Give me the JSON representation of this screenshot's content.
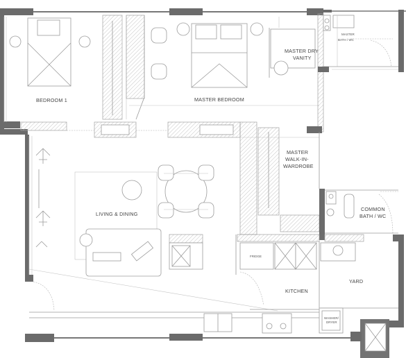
{
  "rooms": {
    "bedroom1": "BEDROOM 1",
    "master_bedroom": "MASTER BEDROOM",
    "master_dry_vanity_line1": "MASTER DRY",
    "master_dry_vanity_line2": "VANITY",
    "master_bath_line1": "MASTER",
    "master_bath_line2": "BATH / WC",
    "master_wardrobe_line1": "MASTER",
    "master_wardrobe_line2": "WALK-IN-",
    "master_wardrobe_line3": "WARDROBE",
    "common_bath_line1": "COMMON",
    "common_bath_line2": "BATH / WC",
    "living_dining": "LIVING & DINING",
    "kitchen": "KITCHEN",
    "yard": "YARD"
  },
  "fixtures": {
    "fridge": "FRIDGE",
    "washer_line1": "WASHER/",
    "washer_line2": "DRYER"
  },
  "colors": {
    "wall": "#6b6b6b",
    "line": "#9c9c9c",
    "text": "#444444"
  }
}
